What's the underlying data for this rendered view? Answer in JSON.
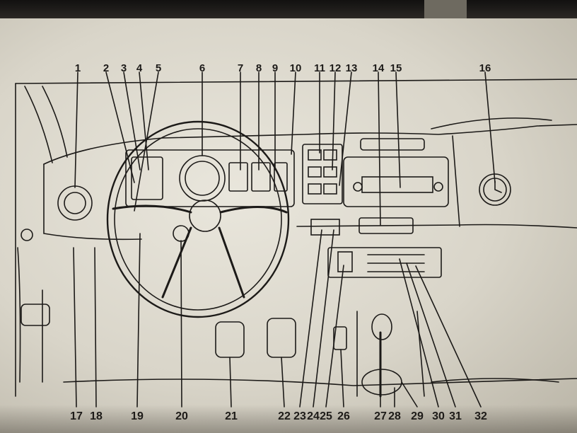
{
  "callouts_top": [
    "1",
    "2",
    "3",
    "4",
    "5",
    "6",
    "7",
    "8",
    "9",
    "10",
    "11",
    "12",
    "13",
    "14",
    "15",
    "16"
  ],
  "callouts_bottom": [
    "17",
    "18",
    "19",
    "20",
    "21",
    "22",
    "23",
    "24",
    "25",
    "26",
    "27",
    "28",
    "29",
    "30",
    "31",
    "32"
  ],
  "colors": {
    "paper": "#e4e1d6",
    "ink": "#1c1a18",
    "shadow": "#151311"
  }
}
